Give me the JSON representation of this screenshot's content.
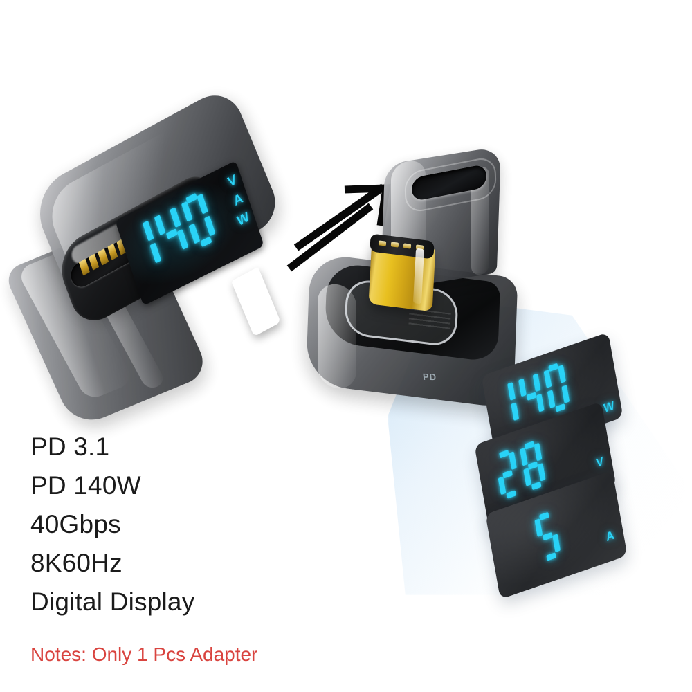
{
  "background_color": "#ffffff",
  "product": {
    "name": "USB-C PD 3.1 140W right-angle adapter with digital display",
    "colors": {
      "led_cyan": "#2ad3f7",
      "gold_connector": "#e8c020",
      "smoke_housing": "#5b5d61",
      "screen_black": "#101113",
      "beam_blue": "#cde4f6"
    }
  },
  "left_adapter": {
    "label": "left-adapter",
    "housing": "translucent smoke gray",
    "display": {
      "reading": "140",
      "digits": [
        "1",
        "4",
        "0"
      ],
      "units": [
        "V",
        "A",
        "W"
      ],
      "unit_v": "V",
      "unit_a": "A",
      "unit_w": "W"
    },
    "connector": "gold USB-C male plug",
    "port": "USB-C female port"
  },
  "swap_indicator": {
    "label": "two-way swap arrows",
    "glyph": "double diagonal arrow"
  },
  "right_adapter": {
    "label": "right-adapter",
    "port": "USB-C female port",
    "plug": "gold USB-C male plug",
    "marking": "PD"
  },
  "projected_panels": [
    {
      "id": "panel-w",
      "value": "140",
      "digits": [
        "1",
        "4",
        "0"
      ],
      "unit": "W"
    },
    {
      "id": "panel-v",
      "value": "28",
      "digits": [
        "2",
        "8"
      ],
      "unit": "V"
    },
    {
      "id": "panel-a",
      "value": "5",
      "digits": [
        "5"
      ],
      "unit": "A"
    }
  ],
  "specs": {
    "lines": [
      "PD 3.1",
      "PD 140W",
      "40Gbps",
      "8K60Hz",
      "Digital Display"
    ]
  },
  "notes": {
    "text": "Notes: Only 1 Pcs Adapter",
    "color": "#d9443f"
  }
}
